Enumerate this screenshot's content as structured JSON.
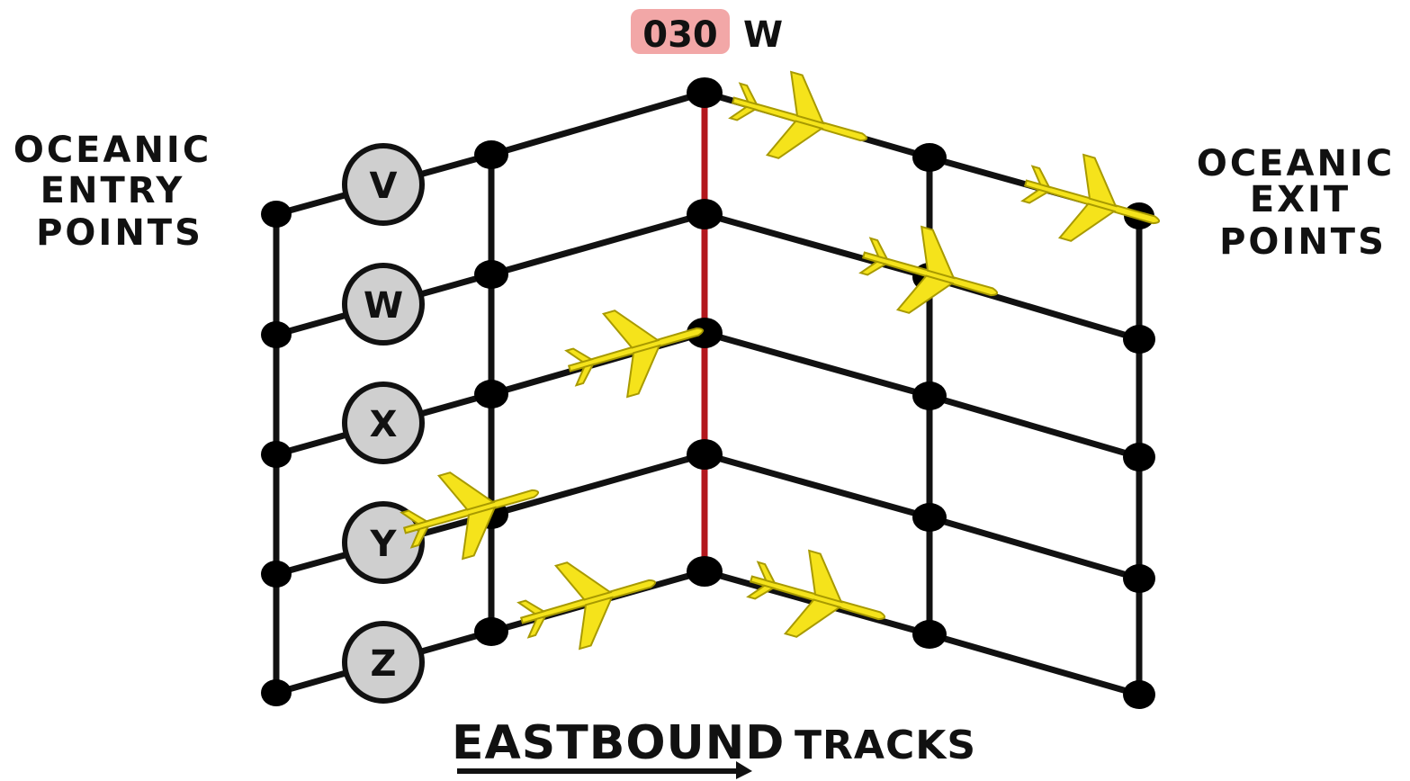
{
  "meridian": {
    "value": "030",
    "suffix": "W",
    "highlight_color": "#f2a7a7",
    "line_color": "#b3171d"
  },
  "labels": {
    "entry": [
      "OCEANIC",
      "ENTRY",
      "POINTS"
    ],
    "exit": [
      "OCEANIC",
      "EXIT",
      "POINTS"
    ]
  },
  "tracks": [
    "V",
    "W",
    "X",
    "Y",
    "Z"
  ],
  "title": {
    "main": "EASTBOUND",
    "sub": "TRACKS"
  },
  "colors": {
    "line": "#111111",
    "node": "#000000",
    "waypoint_fill": "#cfcfcf",
    "plane": "#f5e31b",
    "plane_outline": "#a89a00"
  },
  "icons": {
    "aircraft": "airplane-icon",
    "arrow": "arrow-right-icon"
  }
}
